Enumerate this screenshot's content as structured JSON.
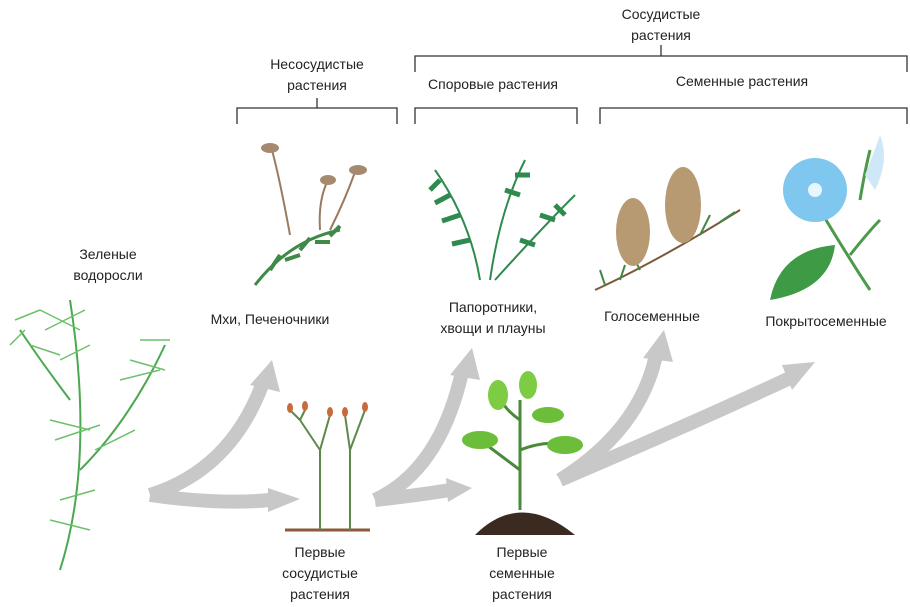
{
  "groups": {
    "vascular": [
      "Сосудистые",
      "растения"
    ],
    "nonvascular": [
      "Несосудистые",
      "растения"
    ],
    "spore": "Споровые растения",
    "seed": "Семенные растения"
  },
  "plants": {
    "algae": [
      "Зеленые",
      "водоросли"
    ],
    "mosses": "Мхи, Печеночники",
    "ferns": [
      "Папоротники,",
      "хвощи и плауны"
    ],
    "gymnosperms": "Голосеменные",
    "angiosperms": "Покрытосеменные",
    "first_vascular": [
      "Первые",
      "сосудистые",
      "растения"
    ],
    "first_seed": [
      "Первые",
      "семенные",
      "растения"
    ]
  },
  "colors": {
    "arrow": "#c8c8c8",
    "bracket": "#333333",
    "leaf": "#3f9a46",
    "flower": "#7fc7ee",
    "cone": "#b79a72"
  }
}
